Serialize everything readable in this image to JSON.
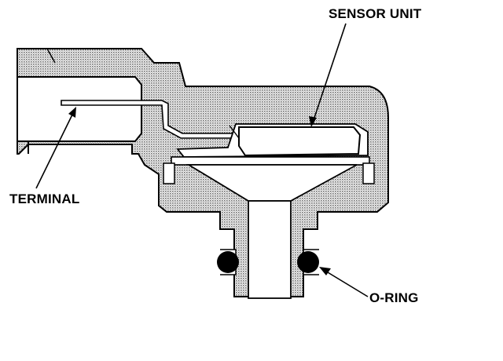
{
  "labels": {
    "sensor_unit": "SENSOR UNIT",
    "terminal": "TERMINAL",
    "o_ring": "O-RING"
  },
  "colors": {
    "body_fill": "#b4b4b4",
    "outline": "#000000",
    "background": "#ffffff",
    "oring_fill": "#000000"
  }
}
